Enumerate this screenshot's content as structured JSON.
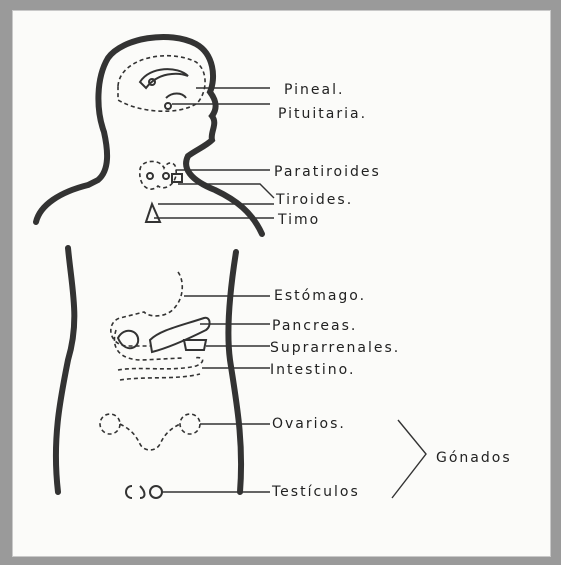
{
  "labels": {
    "pineal": "Pineal.",
    "pituitaria": "Pituitaria.",
    "paratiroides": "Paratiroides",
    "tiroides": "Tiroides.",
    "timo": "Timo",
    "estomago": "Estómago.",
    "pancreas": "Pancreas.",
    "suprarrenales": "Suprarrenales.",
    "intestino": "Intestino.",
    "ovarios": "Ovarios.",
    "testiculos": "Testículos",
    "gonadas": "Gónados"
  }
}
